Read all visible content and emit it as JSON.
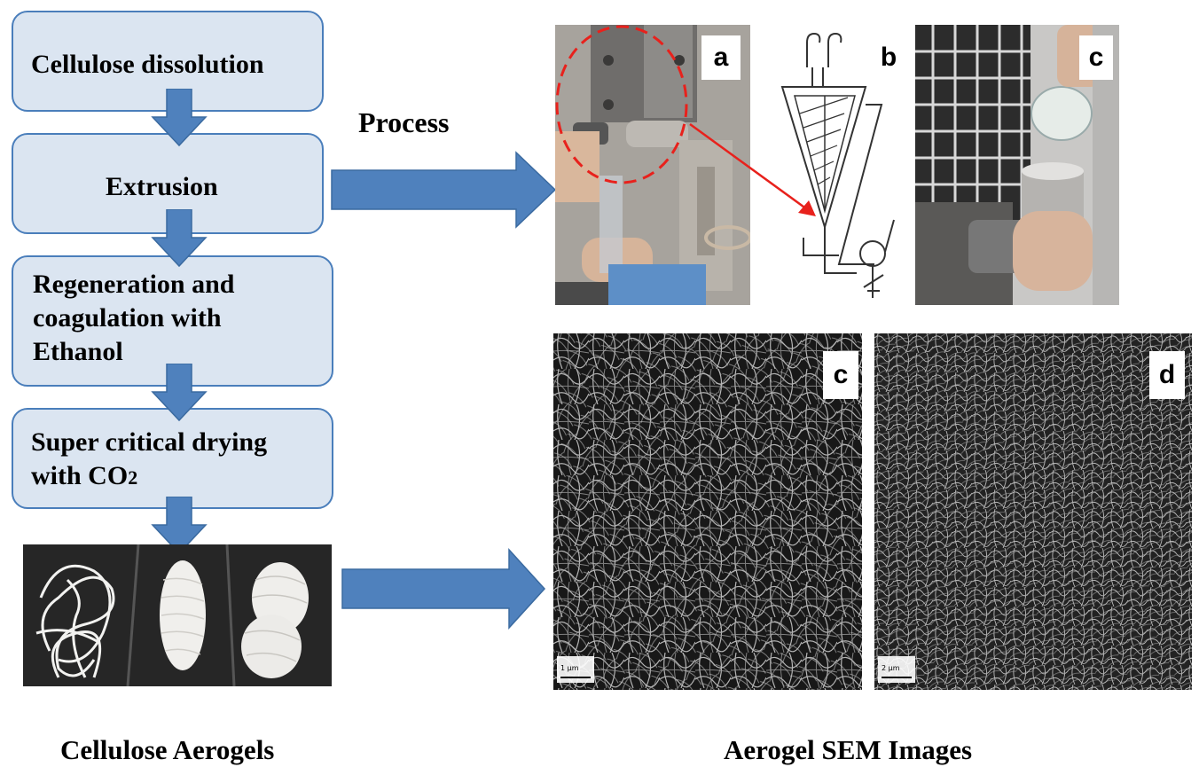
{
  "steps": [
    {
      "id": "dissolution",
      "label": "Cellulose dissolution"
    },
    {
      "id": "extrusion",
      "label": "Extrusion"
    },
    {
      "id": "regeneration",
      "label_lines": [
        "Regeneration and",
        "coagulation with",
        "Ethanol"
      ]
    },
    {
      "id": "drying",
      "label_lines": [
        "Super critical drying",
        "with CO"
      ],
      "subscript": "2"
    }
  ],
  "process_label": "Process",
  "panels": {
    "a": "a",
    "b": "b",
    "c_top": "c",
    "c_sem": "c",
    "d_sem": "d"
  },
  "scale_bars": {
    "sem_c": "1 µm",
    "sem_d": "2 µm"
  },
  "captions": {
    "left": "Cellulose Aerogels",
    "right": "Aerogel SEM Images"
  },
  "colors": {
    "box_fill": "#dbe5f1",
    "box_border": "#4a7ebb",
    "arrow": "#4f81bd",
    "highlight": "#e8211c"
  }
}
